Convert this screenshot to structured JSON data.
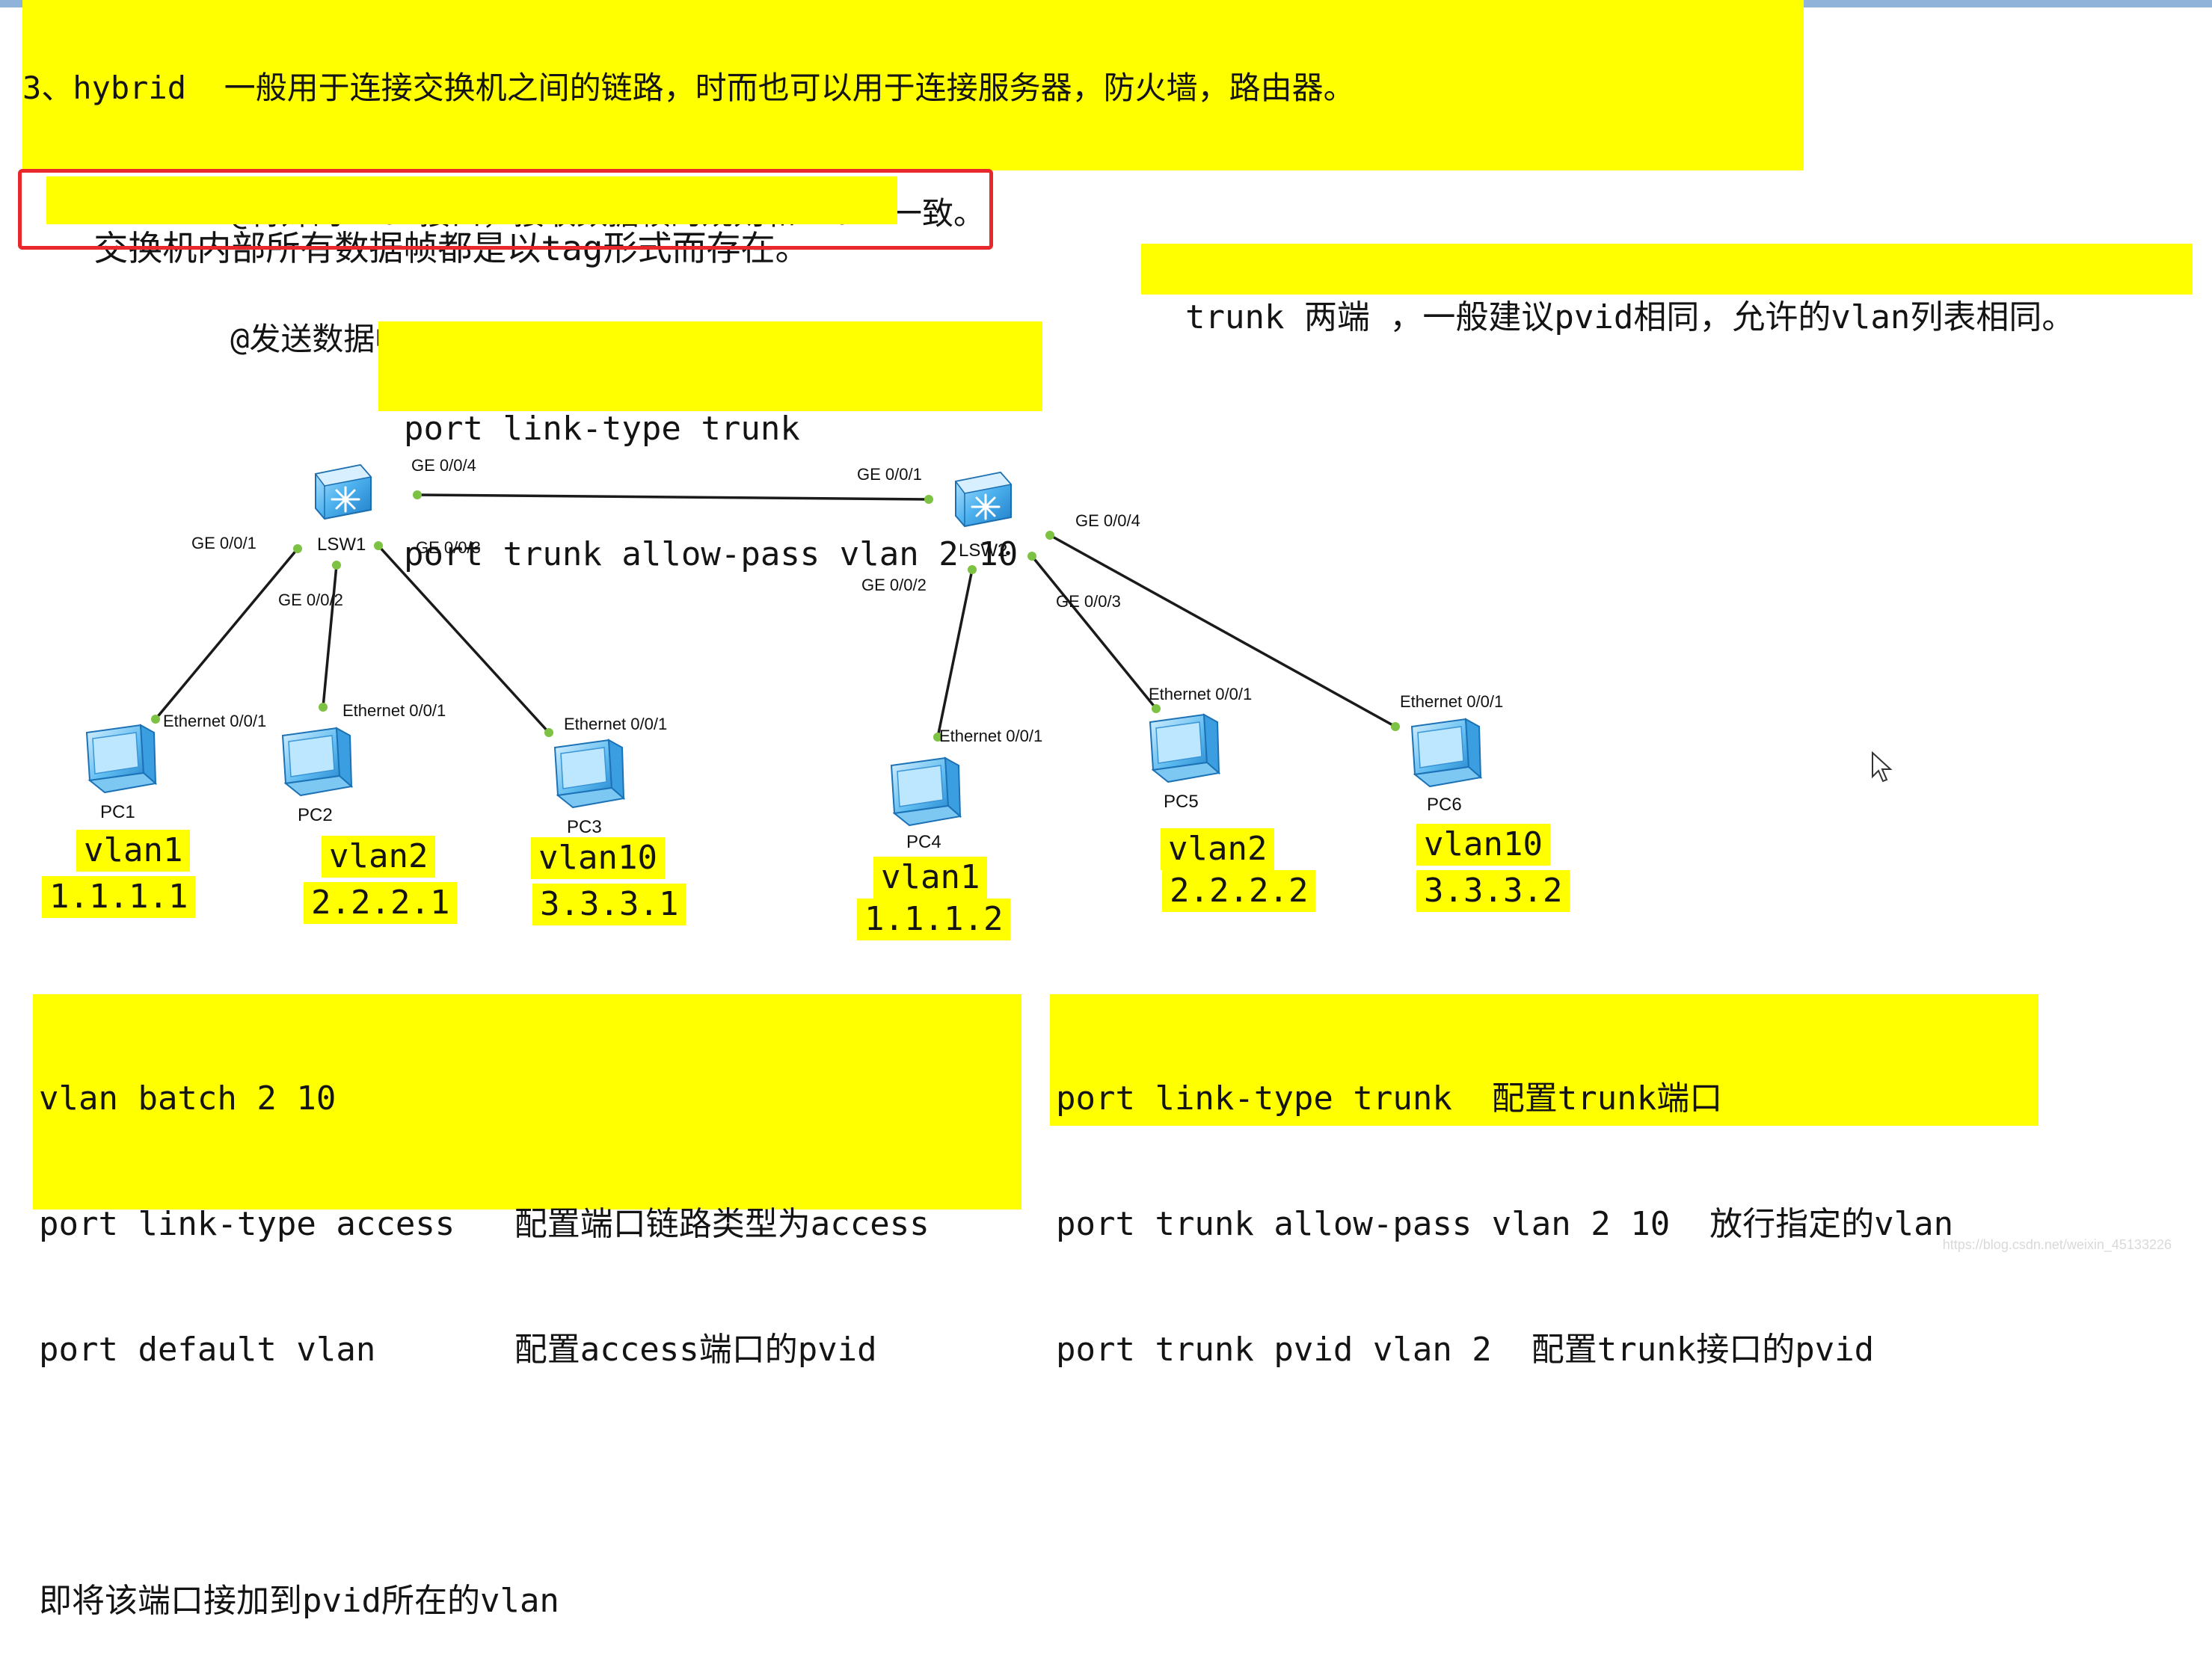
{
  "top_note": {
    "lines": [
      "3、hybrid  一般用于连接交换机之间的链路，时而也可以用于连接服务器，防火墙，路由器。",
      "           @特殊的truk接口，接收数据帧的规则和trunk一致。",
      "           @发送数据帧，由管理员通过配置决定tag是否剥离。"
    ]
  },
  "highlight_note": "交换机内部所有数据帧都是以tag形式而存在。",
  "trunk_note": "trunk 两端 ，一般建议pvid相同，允许的vlan列表相同。",
  "trunk_cmd": {
    "lines": [
      "port link-type trunk",
      "port trunk allow-pass vlan 2 10"
    ]
  },
  "switches": [
    {
      "name": "LSW1"
    },
    {
      "name": "LSW2"
    }
  ],
  "hosts": [
    {
      "name": "PC1",
      "vlan": "vlan1",
      "ip": "1.1.1.1",
      "port": "Ethernet 0/0/1"
    },
    {
      "name": "PC2",
      "vlan": "vlan2",
      "ip": "2.2.2.1",
      "port": "Ethernet 0/0/1"
    },
    {
      "name": "PC3",
      "vlan": "vlan10",
      "ip": "3.3.3.1",
      "port": "Ethernet 0/0/1"
    },
    {
      "name": "PC4",
      "vlan": "vlan1",
      "ip": "1.1.1.2",
      "port": "Ethernet 0/0/1"
    },
    {
      "name": "PC5",
      "vlan": "vlan2",
      "ip": "2.2.2.2",
      "port": "Ethernet 0/0/1"
    },
    {
      "name": "PC6",
      "vlan": "vlan10",
      "ip": "3.3.3.2",
      "port": "Ethernet 0/0/1"
    }
  ],
  "switch_ports": {
    "lsw1_uplink": "GE 0/0/4",
    "lsw1_pc1": "GE 0/0/1",
    "lsw1_pc2": "GE 0/0/2",
    "lsw1_pc3": "GE 0/0/3",
    "lsw2_uplink": "GE 0/0/1",
    "lsw2_pc4": "GE 0/0/2",
    "lsw2_pc5": "GE 0/0/3",
    "lsw2_pc6": "GE 0/0/4"
  },
  "access_note": {
    "lines": [
      "vlan batch 2 10",
      "port link-type access   配置端口链路类型为access",
      "port default vlan       配置access端口的pvid",
      "",
      "即将该端口接加到pvid所在的vlan"
    ]
  },
  "trunk_config_note": {
    "lines": [
      "port link-type trunk  配置trunk端口",
      "port trunk allow-pass vlan 2 10  放行指定的vlan",
      "port trunk pvid vlan 2  配置trunk接口的pvid"
    ]
  },
  "watermark": "https://blog.csdn.net/weixin_45133226",
  "colors": {
    "highlight": "#ffff00",
    "link": "#1a1a1a",
    "port_dot": "#7dc242",
    "red_frame": "#e8282b",
    "device_blue": "#3ea6e8"
  }
}
